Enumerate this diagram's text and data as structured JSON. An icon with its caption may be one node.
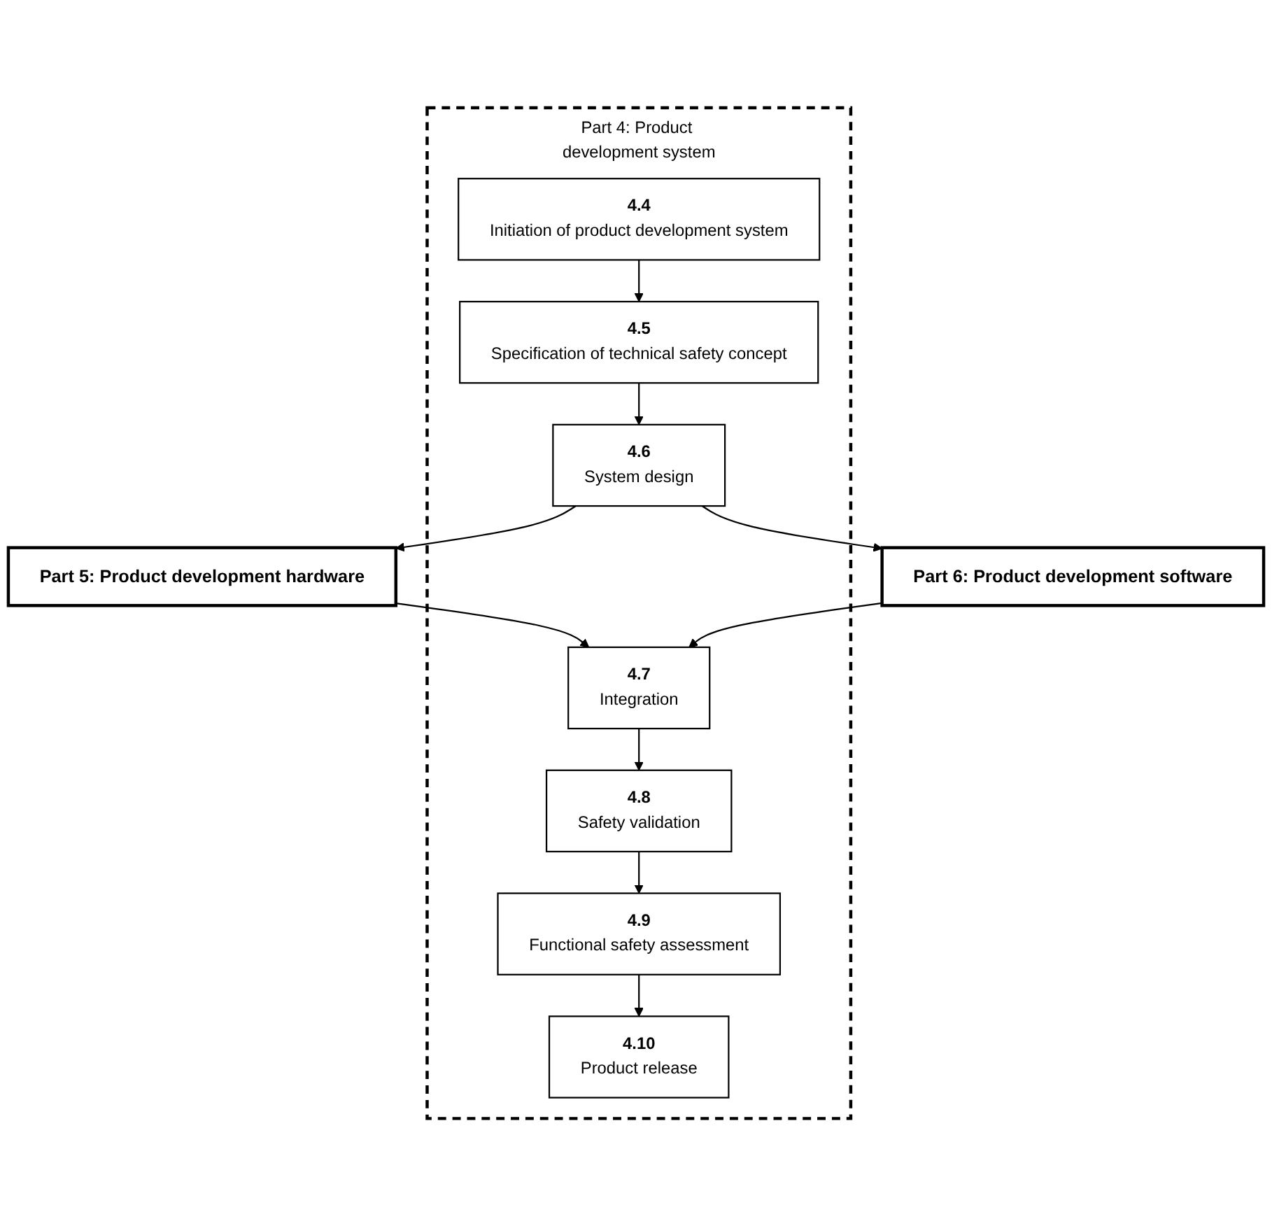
{
  "diagram": {
    "nodes": [
      {
        "text": [
          "Part 4: Product development system"
        ]
      },
      {
        "text": [
          "4.4",
          "Initiation of product development system"
        ],
        "in": 0
      },
      {
        "text": [
          "4.5",
          "Specification of technical safety concept"
        ],
        "in": 0
      },
      {
        "text": [
          "4.6",
          "System design"
        ],
        "in": 0
      },
      {
        "text": [
          "Part 5: Product development hardware"
        ]
      },
      {
        "text": [
          "Part 6: Product development software"
        ]
      },
      {
        "text": [
          "4.7",
          "Integration"
        ],
        "in": 0
      },
      {
        "text": [
          "4.8",
          "Safety validation"
        ],
        "in": 0
      },
      {
        "text": [
          "4.9",
          "Functional safety assessment"
        ],
        "in": 0
      },
      {
        "text": [
          "4.10",
          "Product release"
        ],
        "in": 0
      }
    ],
    "edges": [
      {
        "from": 1,
        "to": 2,
        "arrow": "to"
      },
      {
        "from": 2,
        "to": 3,
        "arrow": "to"
      },
      {
        "from": 3,
        "to": 4,
        "arrow": "to"
      },
      {
        "from": 3,
        "to": 5,
        "arrow": "to"
      },
      {
        "from": 4,
        "to": 6,
        "arrow": "to"
      },
      {
        "from": 5,
        "to": 6,
        "arrow": "to"
      },
      {
        "from": 6,
        "to": 7,
        "arrow": "to"
      },
      {
        "from": 7,
        "to": 8,
        "arrow": "to"
      },
      {
        "from": 8,
        "to": 9,
        "arrow": "to"
      }
    ]
  }
}
